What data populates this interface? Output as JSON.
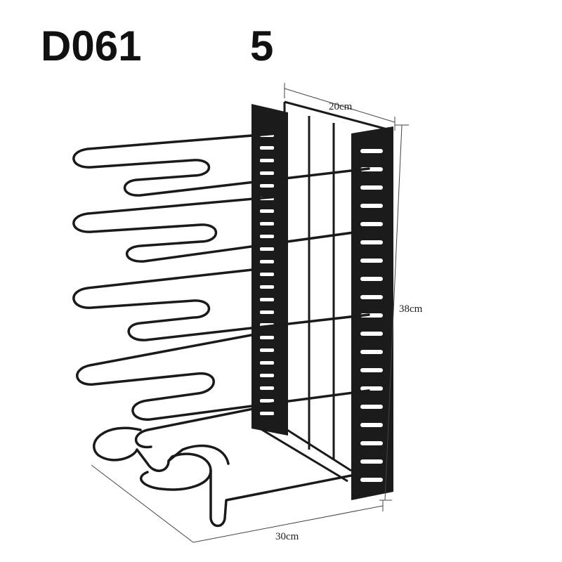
{
  "header": {
    "model_code": "D061",
    "tier_count": "5"
  },
  "product": {
    "image_name": "pan-rack-organizer",
    "color": "#1a1a1a",
    "dimensions": {
      "width": "20cm",
      "height": "38cm",
      "depth": "30cm"
    }
  }
}
